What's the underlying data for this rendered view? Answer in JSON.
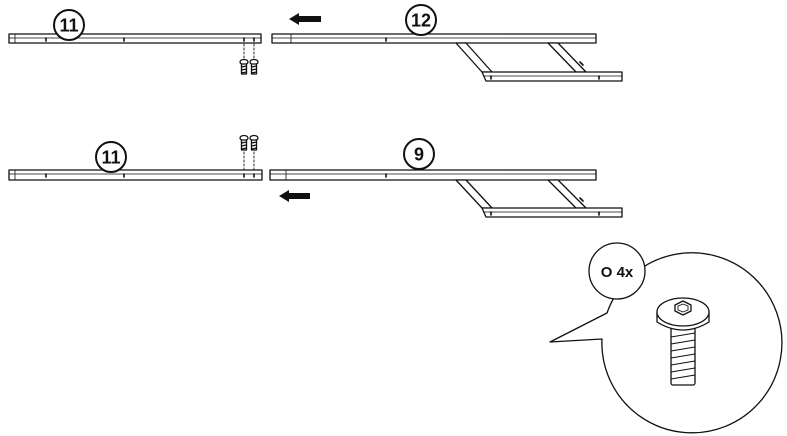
{
  "parts": {
    "top_left_rail": "11",
    "top_right_frame": "12",
    "bottom_left_rail": "11",
    "bottom_right_frame": "9"
  },
  "hardware": {
    "code": "O",
    "quantity": "4x"
  },
  "icons": [
    "arrow-left-icon",
    "screw-icon",
    "screw-detail-icon",
    "callout-bubble-icon"
  ],
  "colors": {
    "ink": "#111111",
    "paper": "#ffffff"
  }
}
